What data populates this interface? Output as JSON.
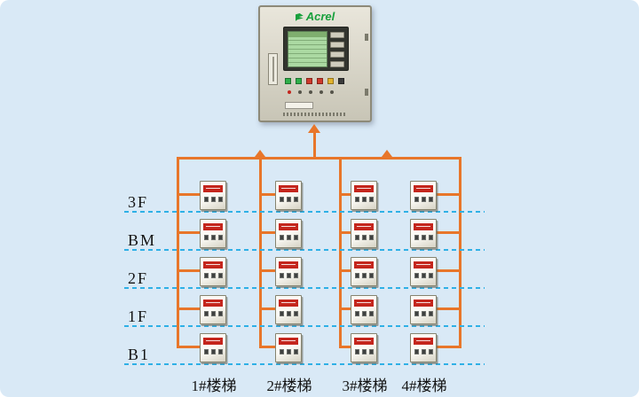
{
  "cabinet": {
    "brand": "Acrel"
  },
  "floors": [
    {
      "label": "3F"
    },
    {
      "label": "BM"
    },
    {
      "label": "2F"
    },
    {
      "label": "1F"
    },
    {
      "label": "B1"
    }
  ],
  "columns": [
    {
      "label": "1#楼梯"
    },
    {
      "label": "2#楼梯"
    },
    {
      "label": "3#楼梯"
    },
    {
      "label": "4#楼梯"
    }
  ],
  "colors": {
    "background": "#d9e9f6",
    "wire_orange": "#e8762a",
    "floor_line_blue": "#2fb0e6",
    "device_red": "#c4261d",
    "brand_green": "#18a03c"
  }
}
